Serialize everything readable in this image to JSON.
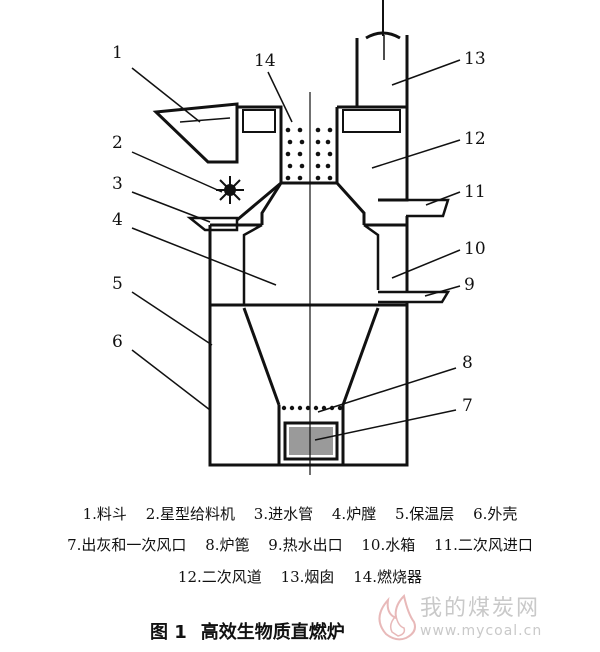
{
  "callouts": [
    "1",
    "2",
    "3",
    "4",
    "5",
    "6",
    "7",
    "8",
    "9",
    "10",
    "11",
    "12",
    "13",
    "14"
  ],
  "legend": {
    "row1": [
      "1.料斗",
      "2.星型给料机",
      "3.进水管",
      "4.炉膛",
      "5.保温层",
      "6.外壳"
    ],
    "row2": [
      "7.出灰和一次风口",
      "8.炉篦",
      "9.热水出口",
      "10.水箱",
      "11.二次风进口"
    ],
    "row3": [
      "12.二次风道",
      "13.烟囱",
      "14.燃烧器"
    ]
  },
  "caption": {
    "number": "图 1",
    "title": "高效生物质直燃炉"
  },
  "watermark": {
    "title": "我的煤炭网",
    "url": "www.mycoal.cn"
  }
}
